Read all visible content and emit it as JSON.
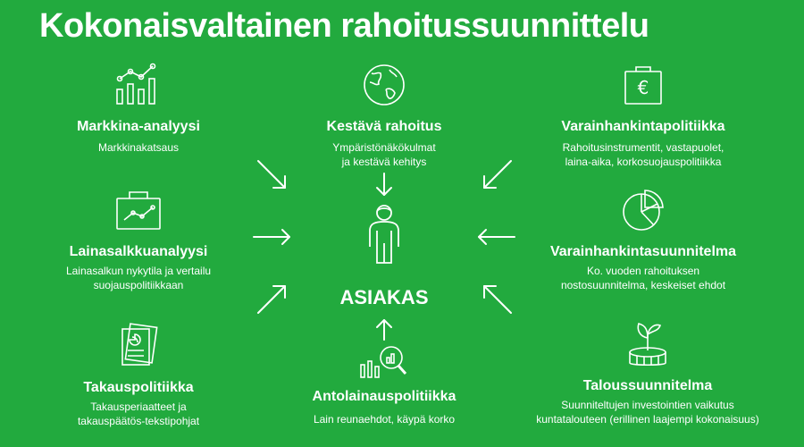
{
  "title": "Kokonaisvaltainen rahoitussuunnittelu",
  "center": {
    "label": "ASIAKAS",
    "icon": "person-icon"
  },
  "nodes": [
    {
      "id": "markkina",
      "heading": "Markkina-analyysi",
      "desc": "Markkinakatsaus",
      "icon": "chart-growth-icon"
    },
    {
      "id": "kestava",
      "heading": "Kestävä rahoitus",
      "desc": "Ympäristönäkökulmat\nja kestävä kehitys",
      "icon": "globe-icon"
    },
    {
      "id": "varainhankintapolitiikka",
      "heading": "Varainhankintapolitiikka",
      "desc": "Rahoitusinstrumentit, vastapuolet,\nlaina-aika, korkosuojauspolitiikka",
      "icon": "euro-briefcase-icon"
    },
    {
      "id": "lainasalkku",
      "heading": "Lainasalkkuanalyysi",
      "desc": "Lainasalkun nykytila ja vertailu\nsuojauspolitiikkaan",
      "icon": "briefcase-chart-icon"
    },
    {
      "id": "varainhankintasuunnitelma",
      "heading": "Varainhankintasuunnitelma",
      "desc": "Ko. vuoden rahoituksen\nnostosuunnitelma, keskeiset ehdot",
      "icon": "pie-chart-icon"
    },
    {
      "id": "takauspolitiikka",
      "heading": "Takauspolitiikka",
      "desc": "Takausperiaatteet ja\ntakauspäätös-tekstipohjat",
      "icon": "documents-icon"
    },
    {
      "id": "antolainaus",
      "heading": "Antolainauspolitiikka",
      "desc": "Lain reunaehdot, käypä korko",
      "icon": "magnifier-chart-icon"
    },
    {
      "id": "talous",
      "heading": "Taloussuunnitelma",
      "desc": "Suunniteltujen investointien vaikutus\nkuntatalouteen (erillinen laajempi kokonaisuus)",
      "icon": "plant-coins-icon"
    }
  ]
}
